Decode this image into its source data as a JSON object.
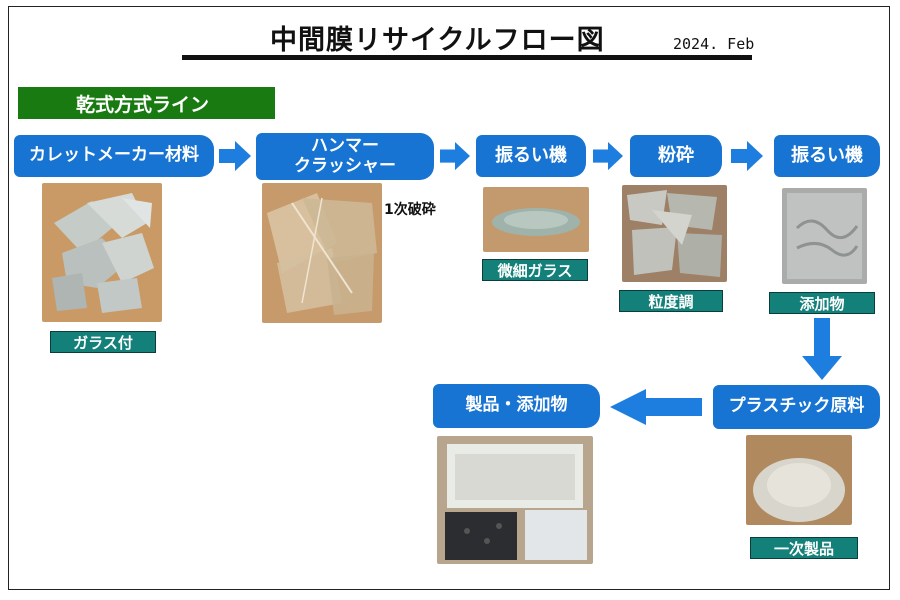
{
  "title": "中間膜リサイクルフロー図",
  "date": "2024. Feb",
  "line_label": "乾式方式ライン",
  "steps": {
    "cullet_maker": "カレットメーカー材料",
    "hammer_crusher": "ハンマー\nクラッシャー",
    "sieve1": "振るい機",
    "grind": "粉砕",
    "sieve2": "振るい機",
    "plastic_raw": "プラスチック原料",
    "products": "製品・添加物"
  },
  "tags": {
    "with_glass": "ガラス付",
    "fine_glass": "微細ガラス",
    "grain_adjust": "粒度調",
    "additive": "添加物",
    "primary_product": "一次製品"
  },
  "notes": {
    "primary_crush": "1次破砕"
  },
  "colors": {
    "step_blue": "#1874d2",
    "arrow_blue": "#1e7ee0",
    "line_green": "#1a7a12",
    "tag_teal": "#13807a"
  }
}
